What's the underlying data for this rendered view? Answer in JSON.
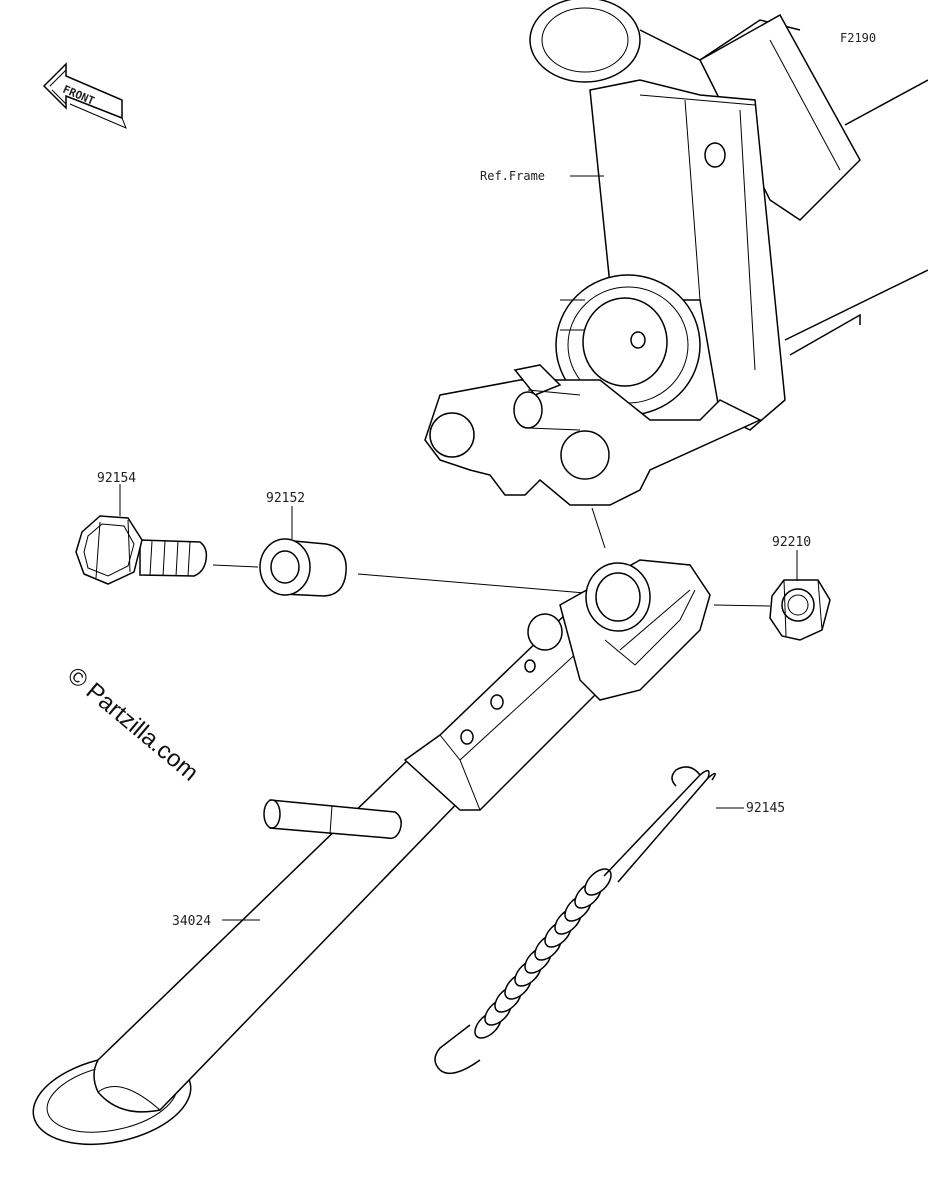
{
  "figure_code": "F2190",
  "front_label": "FRONT",
  "watermark": "© Partzilla.com",
  "parts": {
    "bolt": "92154",
    "collar": "92152",
    "nut": "92210",
    "spring": "92145",
    "stand": "34024"
  },
  "reference": "Ref.Frame"
}
